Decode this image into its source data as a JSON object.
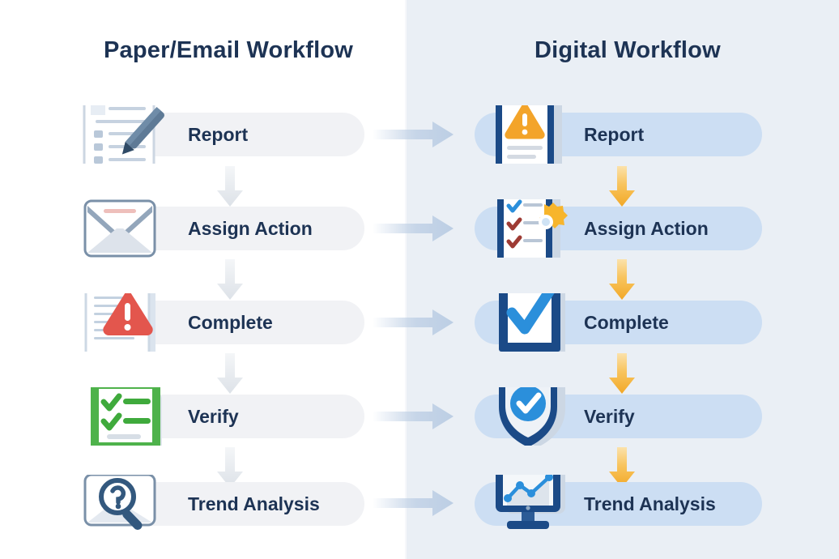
{
  "diagram": {
    "title_left": "Paper/Email Workflow",
    "title_right": "Digital Workflow",
    "colors": {
      "panel_left_bg": "#ffffff",
      "panel_right_bg": "#eaeff5",
      "heading_text": "#1d3354",
      "label_text": "#1d3354",
      "pill_left": "#f1f2f5",
      "pill_right": "#ccdef3",
      "arrow_vertical_left": "#dfe3e9",
      "arrow_vertical_right": "#f5b73f",
      "arrow_horizontal": "#c6d5e8",
      "accent_navy": "#1b4a87",
      "accent_blue": "#2b8fdb",
      "accent_orange": "#f3a42a",
      "accent_red": "#e05a4f",
      "accent_green": "#4caf4a"
    },
    "left_column": {
      "steps": [
        {
          "label": "Report",
          "icon": "document-pen-icon"
        },
        {
          "label": "Assign Action",
          "icon": "envelope-icon"
        },
        {
          "label": "Complete",
          "icon": "paper-stack-warning-icon"
        },
        {
          "label": "Verify",
          "icon": "green-checklist-icon"
        },
        {
          "label": "Trend Analysis",
          "icon": "magnifier-question-icon"
        }
      ]
    },
    "right_column": {
      "steps": [
        {
          "label": "Report",
          "icon": "phone-warning-icon"
        },
        {
          "label": "Assign Action",
          "icon": "clipboard-gear-icon"
        },
        {
          "label": "Complete",
          "icon": "checkbox-check-icon"
        },
        {
          "label": "Verify",
          "icon": "shield-check-icon"
        },
        {
          "label": "Trend Analysis",
          "icon": "monitor-chart-icon"
        }
      ]
    },
    "transitions": [
      {
        "from": "Report",
        "to": "Report",
        "icon": "arrow-right-icon"
      },
      {
        "from": "Assign Action",
        "to": "Assign Action",
        "icon": "arrow-right-icon"
      },
      {
        "from": "Complete",
        "to": "Complete",
        "icon": "arrow-right-icon"
      },
      {
        "from": "Verify",
        "to": "Verify",
        "icon": "arrow-right-icon"
      },
      {
        "from": "Trend Analysis",
        "to": "Trend Analysis",
        "icon": "arrow-right-icon"
      }
    ]
  }
}
